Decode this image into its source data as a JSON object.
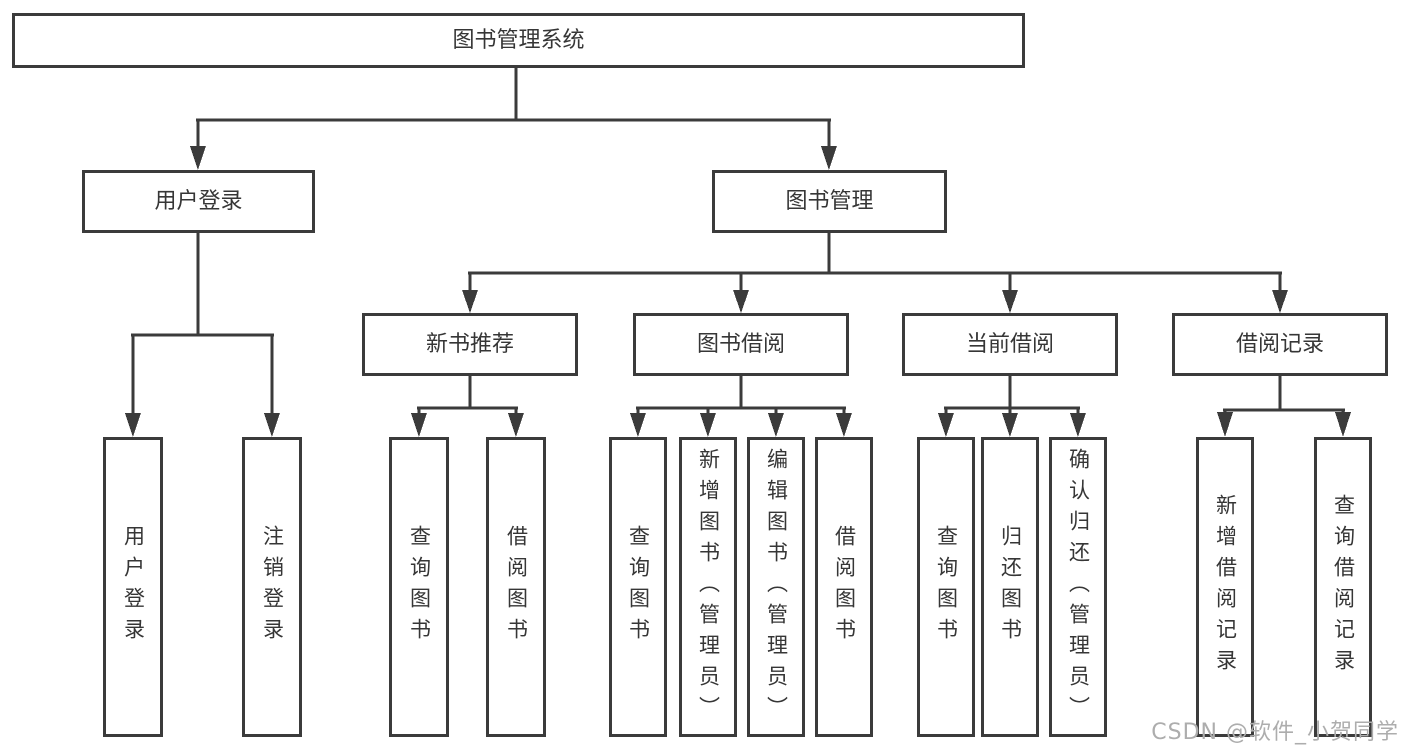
{
  "diagram": {
    "type": "hierarchy-tree",
    "tree": {
      "label": "图书管理系统",
      "children": [
        {
          "label": "用户登录",
          "children": [
            {
              "label": "用户登录"
            },
            {
              "label": "注销登录"
            }
          ]
        },
        {
          "label": "图书管理",
          "children": [
            {
              "label": "新书推荐",
              "children": [
                {
                  "label": "查询图书"
                },
                {
                  "label": "借阅图书"
                }
              ]
            },
            {
              "label": "图书借阅",
              "children": [
                {
                  "label": "查询图书"
                },
                {
                  "label": "新增图书（管理员）"
                },
                {
                  "label": "编辑图书（管理员）"
                },
                {
                  "label": "借阅图书"
                }
              ]
            },
            {
              "label": "当前借阅",
              "children": [
                {
                  "label": "查询图书"
                },
                {
                  "label": "归还图书"
                },
                {
                  "label": "确认归还（管理员）"
                }
              ]
            },
            {
              "label": "借阅记录",
              "children": [
                {
                  "label": "新增借阅记录"
                },
                {
                  "label": "查询借阅记录"
                }
              ]
            }
          ]
        }
      ]
    },
    "colors": {
      "line": "#3b3b3b",
      "box_border": "#3b3b3b",
      "box_fill": "#ffffff",
      "text": "#363636",
      "background": "#ffffff",
      "watermark": "#adadad"
    }
  },
  "watermark": {
    "text": "CSDN @软件_小贺同学"
  }
}
